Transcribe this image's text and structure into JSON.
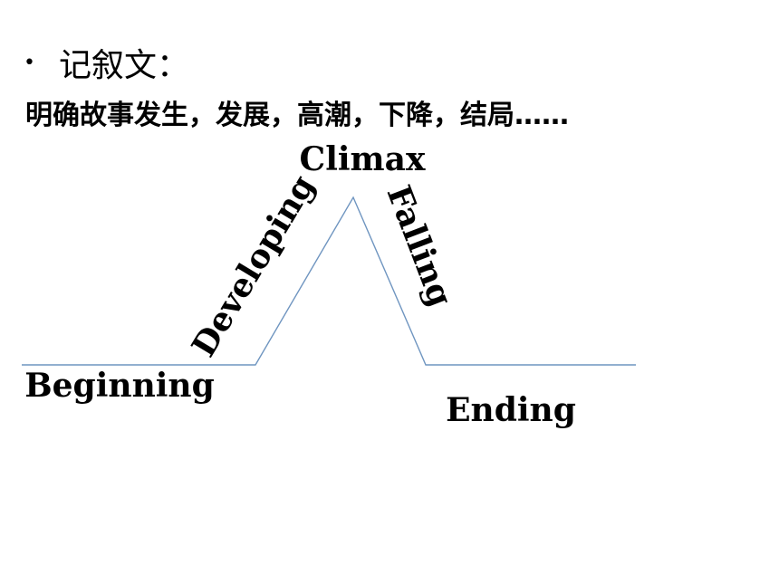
{
  "slide": {
    "bullet": "•",
    "heading": "记叙文：",
    "subheading": "明确故事发生，发展，高潮，下降，结局……"
  },
  "diagram": {
    "labels": {
      "beginning": "Beginning",
      "developing": "Developing",
      "climax": "Climax",
      "falling": "Falling",
      "ending": "Ending"
    },
    "line_color": "#6f95c0"
  }
}
